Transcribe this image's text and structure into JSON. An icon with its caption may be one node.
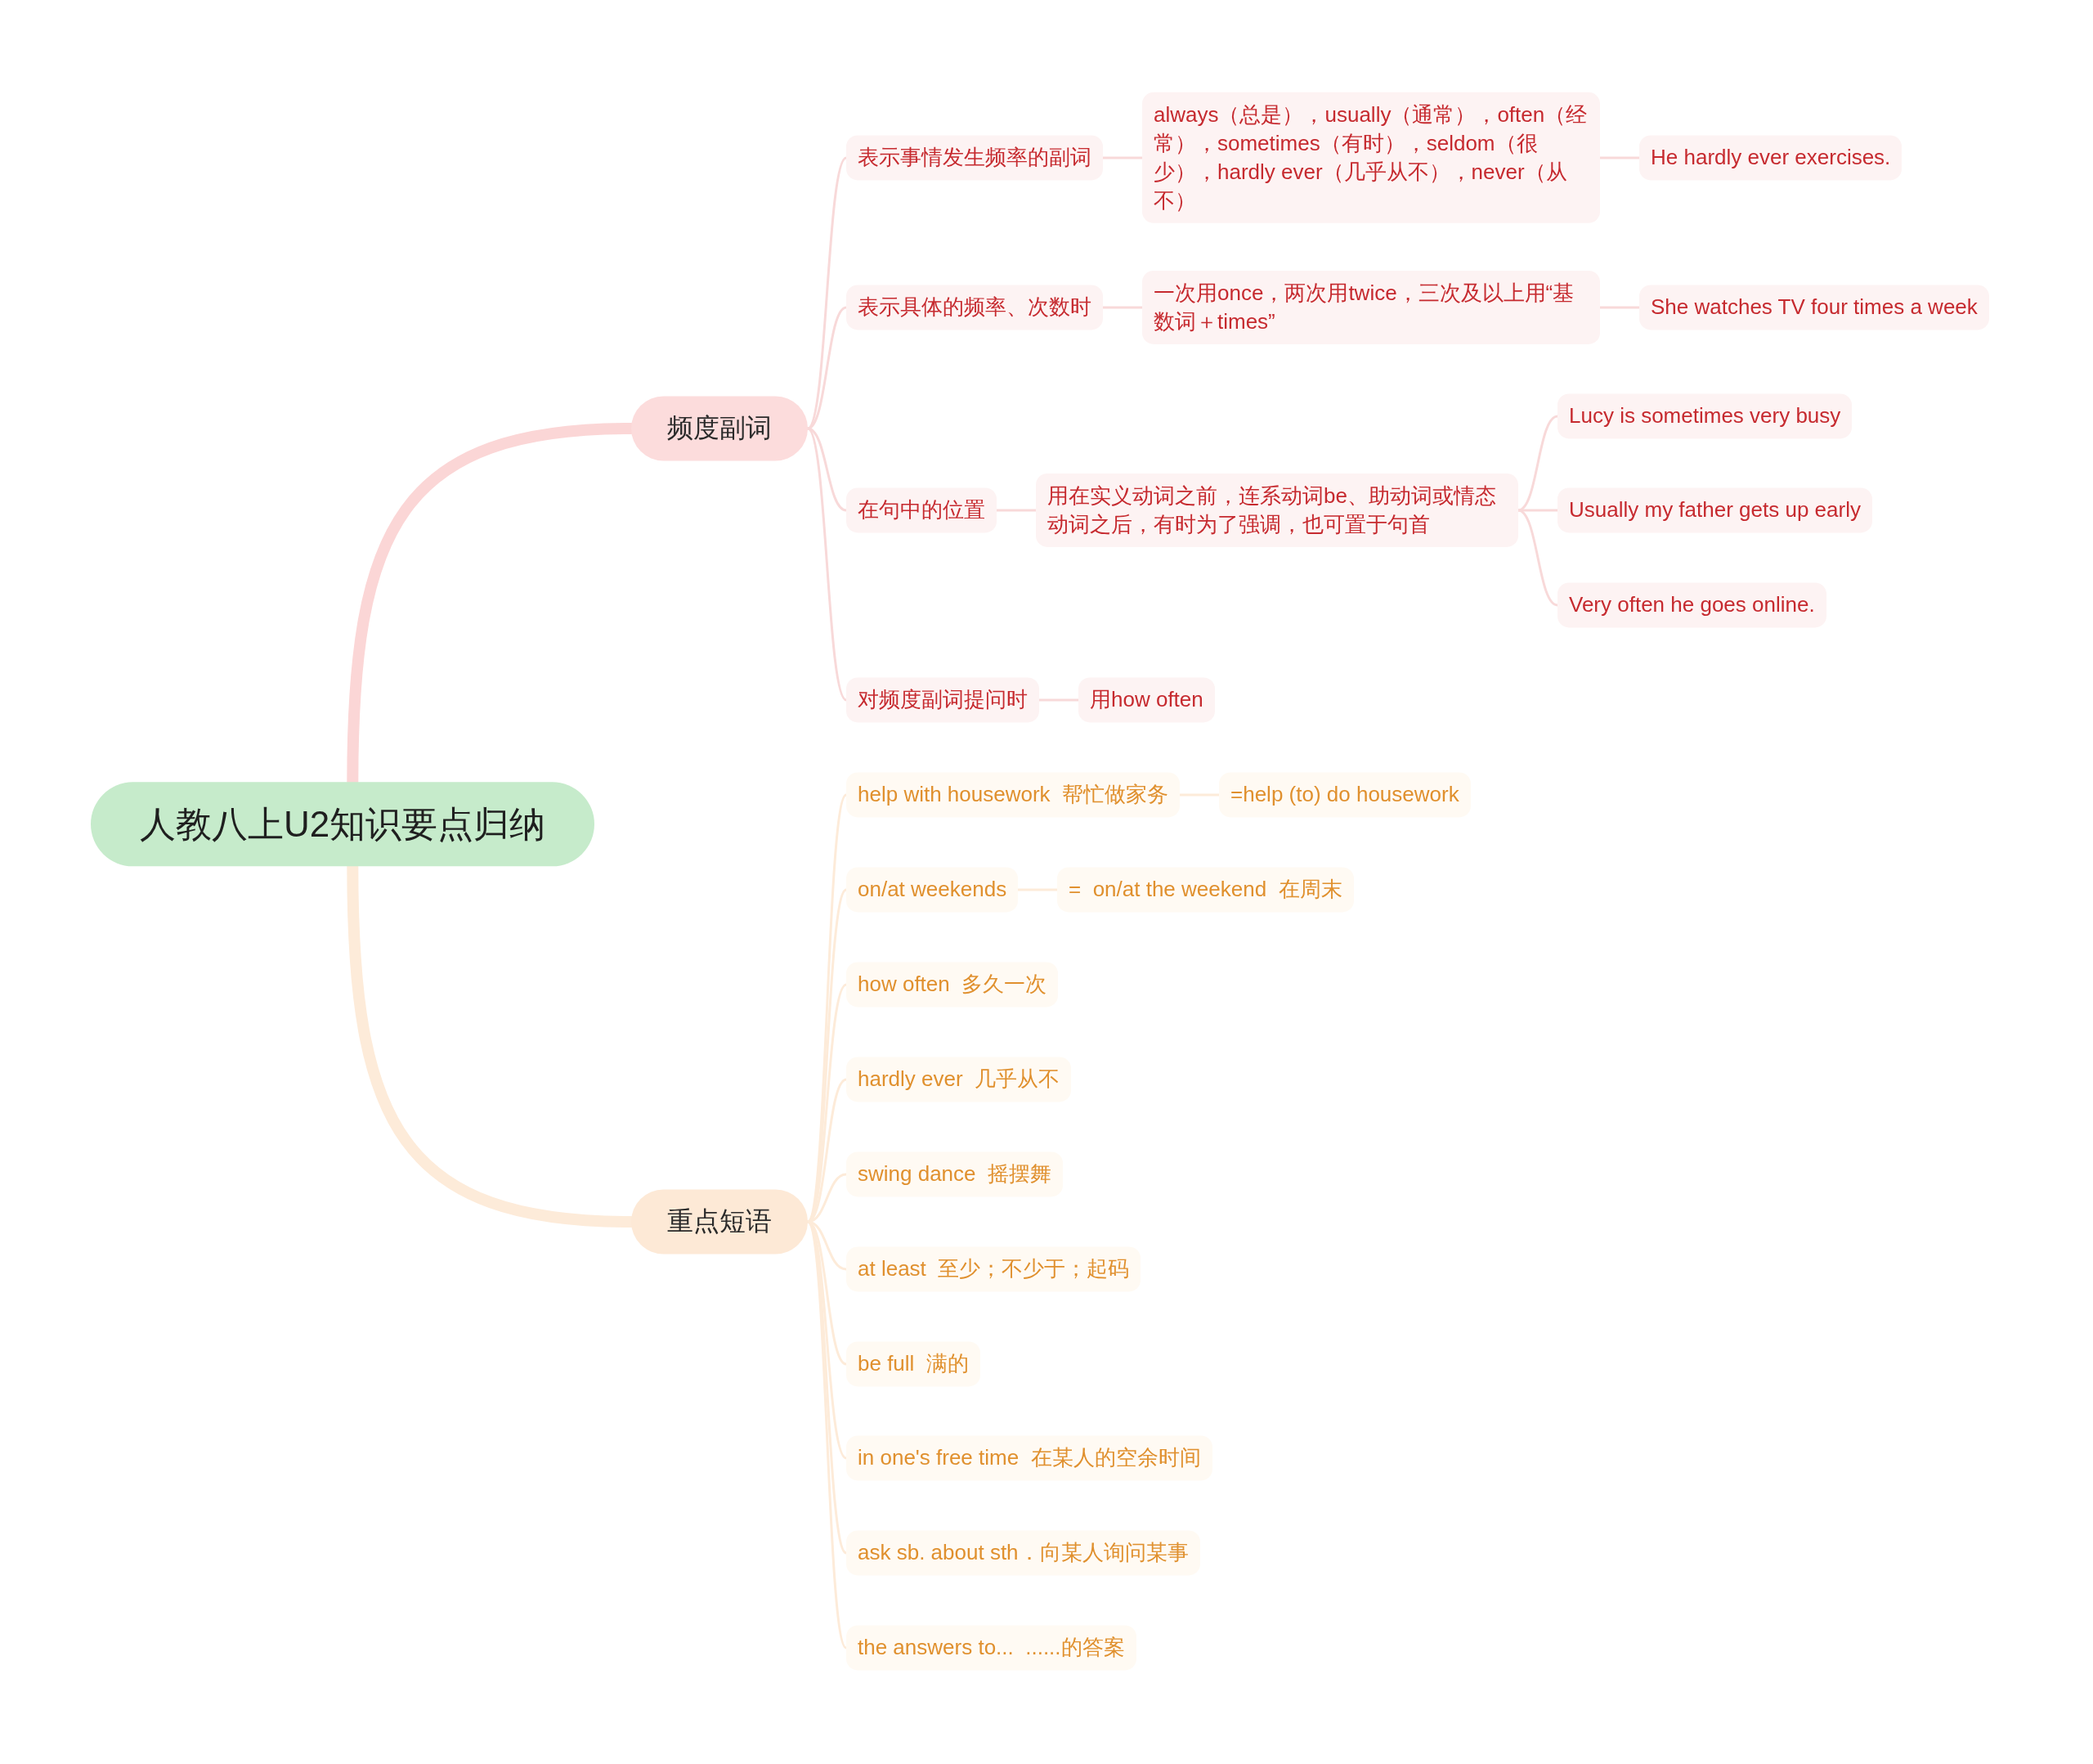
{
  "diagram": {
    "nodes": [
      {
        "text": [
          "人教八上U2知识要点归纳"
        ]
      },
      {
        "text": [
          "频度副词"
        ]
      },
      {
        "text": [
          "表示事情发生频率的副词"
        ]
      },
      {
        "text": [
          "always（总是），usually（通常），often（经常），sometimes（有时），seldom（很少），hardly ever（几乎从不），never（从不）"
        ]
      },
      {
        "text": [
          "He hardly ever exercises."
        ]
      },
      {
        "text": [
          "表示具体的频率、次数时"
        ]
      },
      {
        "text": [
          "一次用once，两次用twice，三次及以上用“基数词＋times”"
        ]
      },
      {
        "text": [
          "She watches TV four times a week"
        ]
      },
      {
        "text": [
          "在句中的位置"
        ]
      },
      {
        "text": [
          "用在实义动词之前，连系动词be、助动词或情态动词之后，有时为了强调，也可置于句首"
        ]
      },
      {
        "text": [
          "Lucy is sometimes very busy"
        ]
      },
      {
        "text": [
          "Usually my father gets up early"
        ]
      },
      {
        "text": [
          "Very often he goes online."
        ]
      },
      {
        "text": [
          "对频度副词提问时"
        ]
      },
      {
        "text": [
          "用how often"
        ]
      },
      {
        "text": [
          "重点短语"
        ]
      },
      {
        "text": [
          "help with housework  帮忙做家务"
        ]
      },
      {
        "text": [
          "=help (to) do housework"
        ]
      },
      {
        "text": [
          "on/at weekends"
        ]
      },
      {
        "text": [
          "=  on/at the weekend  在周末"
        ]
      },
      {
        "text": [
          "how often  多久一次"
        ]
      },
      {
        "text": [
          "hardly ever  几乎从不"
        ]
      },
      {
        "text": [
          "swing dance  摇摆舞"
        ]
      },
      {
        "text": [
          "at least  至少；不少于；起码"
        ]
      },
      {
        "text": [
          "be full  满的"
        ]
      },
      {
        "text": [
          "in one's free time  在某人的空余时间"
        ]
      },
      {
        "text": [
          "ask sb. about sth．向某人询问某事"
        ]
      },
      {
        "text": [
          "the answers to...  ......的答案"
        ]
      }
    ],
    "edges": [
      {
        "from": 0,
        "to": 1,
        "arrow": "none",
        "style": "thick",
        "color": "#fbd6d6"
      },
      {
        "from": 1,
        "to": 2,
        "arrow": "none",
        "color": "#f8d9d9"
      },
      {
        "from": 2,
        "to": 3,
        "arrow": "none",
        "color": "#f8d9d9"
      },
      {
        "from": 3,
        "to": 4,
        "arrow": "none",
        "color": "#f8d9d9"
      },
      {
        "from": 1,
        "to": 5,
        "arrow": "none",
        "color": "#f8d9d9"
      },
      {
        "from": 5,
        "to": 6,
        "arrow": "none",
        "color": "#f8d9d9"
      },
      {
        "from": 6,
        "to": 7,
        "arrow": "none",
        "color": "#f8d9d9"
      },
      {
        "from": 1,
        "to": 8,
        "arrow": "none",
        "color": "#f8d9d9"
      },
      {
        "from": 8,
        "to": 9,
        "arrow": "none",
        "color": "#f8d9d9"
      },
      {
        "from": 9,
        "to": 10,
        "arrow": "none",
        "color": "#f8d9d9"
      },
      {
        "from": 9,
        "to": 11,
        "arrow": "none",
        "color": "#f8d9d9"
      },
      {
        "from": 9,
        "to": 12,
        "arrow": "none",
        "color": "#f8d9d9"
      },
      {
        "from": 1,
        "to": 13,
        "arrow": "none",
        "color": "#f8d9d9"
      },
      {
        "from": 13,
        "to": 14,
        "arrow": "none",
        "color": "#f8d9d9"
      },
      {
        "from": 0,
        "to": 15,
        "arrow": "none",
        "style": "thick"
      },
      {
        "from": 15,
        "to": 16,
        "arrow": "none"
      },
      {
        "from": 16,
        "to": 17,
        "arrow": "none"
      },
      {
        "from": 15,
        "to": 18,
        "arrow": "none"
      },
      {
        "from": 18,
        "to": 19,
        "arrow": "none"
      },
      {
        "from": 15,
        "to": 20,
        "arrow": "none"
      },
      {
        "from": 15,
        "to": 21,
        "arrow": "none"
      },
      {
        "from": 15,
        "to": 22,
        "arrow": "none"
      },
      {
        "from": 15,
        "to": 23,
        "arrow": "none"
      },
      {
        "from": 15,
        "to": 24,
        "arrow": "none"
      },
      {
        "from": 15,
        "to": 25,
        "arrow": "none"
      },
      {
        "from": 15,
        "to": 26,
        "arrow": "none"
      },
      {
        "from": 15,
        "to": 27,
        "arrow": "none"
      }
    ]
  }
}
